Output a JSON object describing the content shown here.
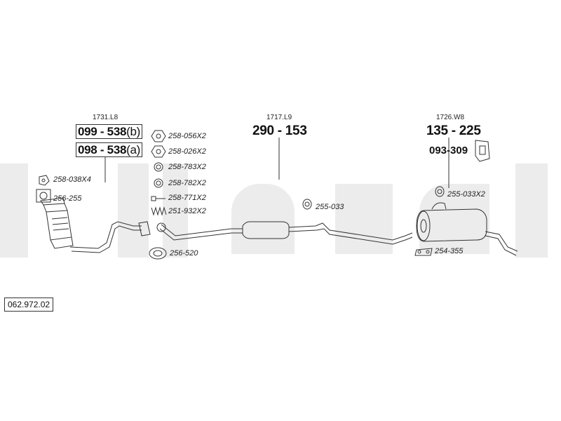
{
  "groups": {
    "front": "1731.L8",
    "middle": "1717.L9",
    "rear": "1726.W8"
  },
  "main_parts": {
    "front_b": {
      "number": "099 - 538",
      "suffix": "(b)"
    },
    "front_a": {
      "number": "098 - 538",
      "suffix": "(a)"
    },
    "middle": "290 - 153",
    "rear": "135 - 225",
    "rear_bracket": "093-309"
  },
  "small_parts": {
    "nut_1": "258-056X2",
    "nut_2": "258-026X2",
    "nut_3": "258-783X2",
    "nut_4": "258-782X2",
    "bolt": "258-771X2",
    "spring": "251-932X2",
    "front_nut": "258-038X4",
    "front_gasket": "256-255",
    "ring_gasket": "256-520",
    "middle_hanger": "255-033",
    "rear_hanger": "255-033X2",
    "rear_clamp": "254-355"
  },
  "reference": "062.972.02",
  "colors": {
    "watermark": "#ececec",
    "line": "#333333"
  }
}
